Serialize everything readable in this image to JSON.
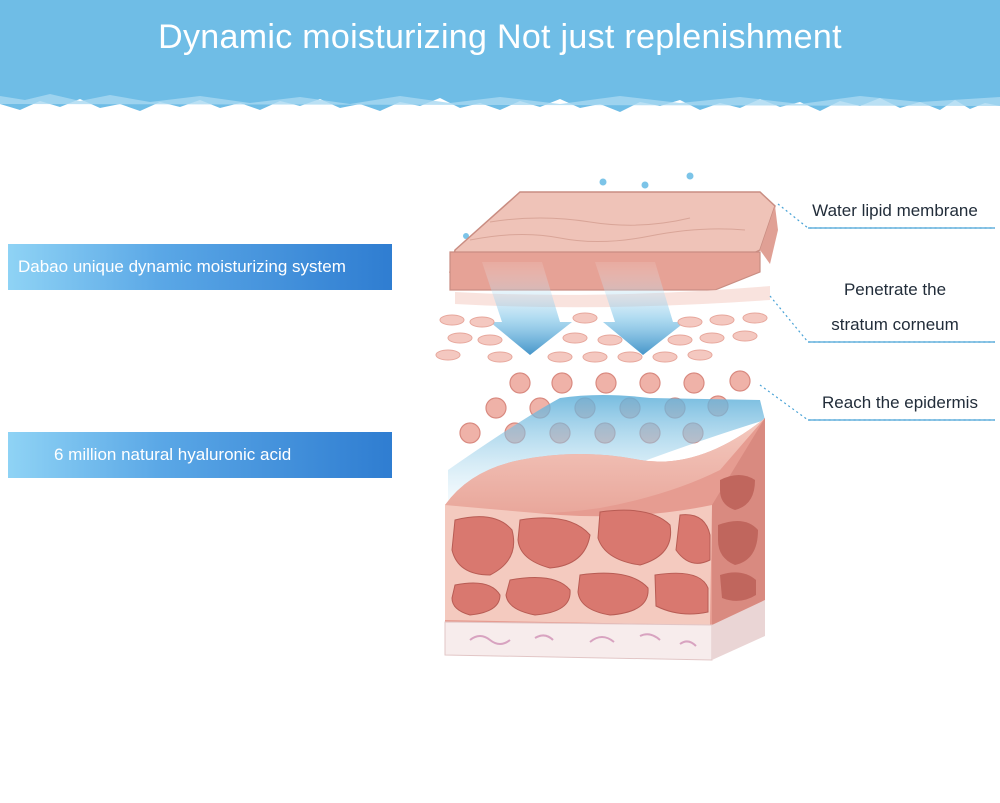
{
  "header": {
    "title": "Dynamic moisturizing Not just replenishment"
  },
  "features": [
    {
      "label": "Dabao unique dynamic moisturizing system"
    },
    {
      "label": "6 million natural hyaluronic acid"
    }
  ],
  "callouts": [
    {
      "lines": [
        "Water lipid membrane"
      ]
    },
    {
      "lines": [
        "Penetrate the",
        "stratum corneum"
      ]
    },
    {
      "lines": [
        "Reach the epidermis"
      ]
    }
  ],
  "colors": {
    "header_blue": "#6fbde6",
    "banner_start": "#8fd3f5",
    "banner_end": "#2f7dd1",
    "skin_pink": "#e8a59a",
    "skin_dark": "#d97a73",
    "water_blue": "#4aa3d6"
  }
}
